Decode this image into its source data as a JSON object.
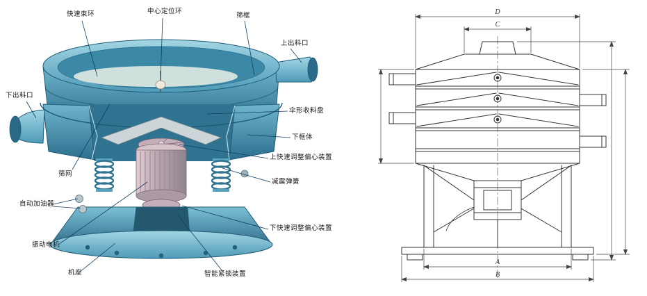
{
  "left_diagram": {
    "description_labels": {
      "quick_clamp_ring": "快速束环",
      "center_positioning_ring": "中心定位环",
      "screen_frame": "筛框",
      "upper_discharge_outlet": "上出料口",
      "lower_discharge_outlet": "下出料口",
      "umbrella_collection_tray": "伞形收料盘",
      "lower_frame_body": "下框体",
      "screen_mesh": "筛网",
      "upper_eccentric_adjuster": "上快速调整偏心装置",
      "damping_spring": "减震弹簧",
      "auto_oiler": "自动加油器",
      "vibration_motor": "振动电机",
      "lower_eccentric_adjuster": "下快速调整偏心装置",
      "machine_base": "机座",
      "smart_locking_device": "智能紧锁装置"
    },
    "colors": {
      "machine_teal": "#4e9ab8",
      "machine_teal_dark": "#2c6f8e",
      "motor_pink_gray": "#c7aebb",
      "leader_line": "#123f63"
    }
  },
  "right_diagram": {
    "dimensions": {
      "top_outer": "D",
      "top_inner": "C",
      "bottom_inner": "A",
      "bottom_outer": "B"
    },
    "line_color": "#3a3a3a"
  }
}
